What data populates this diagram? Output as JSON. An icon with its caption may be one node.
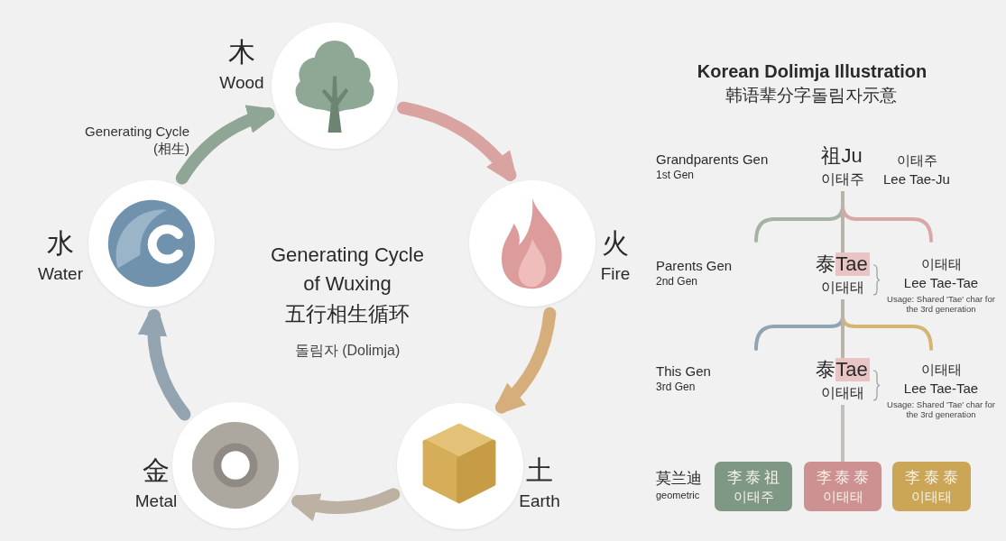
{
  "diagram": {
    "nodes": [
      {
        "text": [
          "木",
          "Wood"
        ]
      },
      {
        "text": [
          "火",
          "Fire"
        ]
      },
      {
        "text": [
          "土",
          "Earth"
        ]
      },
      {
        "text": [
          "金",
          "Metal"
        ]
      },
      {
        "text": [
          "水",
          "Water"
        ]
      },
      {
        "text": [
          "祖Ju",
          "이태주"
        ],
        "beside": [
          "이태주",
          "Lee Tae-Ju"
        ]
      },
      {
        "text": [
          "泰Tae",
          "이태태"
        ],
        "beside": [
          "이태태",
          "Lee Tae-Tae",
          "Usage: Shared 'Tae' char for the 3rd generation"
        ]
      },
      {
        "text": [
          "泰Tae",
          "이태태"
        ],
        "beside": [
          "이태태",
          "Lee Tae-Tae",
          "Usage: Shared 'Tae' char for the 3rd generation"
        ]
      },
      {
        "text": [
          "李泰祖",
          "이태주"
        ]
      },
      {
        "text": [
          "李泰泰",
          "이태태"
        ]
      },
      {
        "text": [
          "李泰泰",
          "이태태"
        ]
      }
    ],
    "edges": [
      {
        "from": 0,
        "to": 1,
        "arrow": "to",
        "color": "#d9a3a1"
      },
      {
        "from": 1,
        "to": 2,
        "arrow": "to",
        "color": "#d6ae7c"
      },
      {
        "from": 2,
        "to": 3,
        "arrow": "to",
        "color": "#bcb1a3"
      },
      {
        "from": 3,
        "to": 4,
        "arrow": "to",
        "color": "#93a4b0"
      },
      {
        "from": 4,
        "to": 0,
        "arrow": "to",
        "color": "#8fa596",
        "label": "Generating Cycle (相生)"
      },
      {
        "from": 5,
        "to": 6,
        "arrow": "none",
        "color": "#b9b3ab"
      },
      {
        "from": 6,
        "to": 7,
        "arrow": "none",
        "color": "#b9b3ab"
      },
      {
        "from": 7,
        "to": 9,
        "arrow": "none",
        "color": "#c2c0bd"
      }
    ],
    "labels": [
      "Generating Cycle of Wuxing",
      "五行相生循环",
      "돌림자 (Dolimja)",
      "Korean Dolimja Illustration",
      "韩语辈分字돌림자示意",
      "Grandparents Gen",
      "1st Gen",
      "Parents Gen",
      "2nd Gen",
      "This Gen",
      "3rd Gen",
      "莫兰迪",
      "geometric"
    ]
  }
}
